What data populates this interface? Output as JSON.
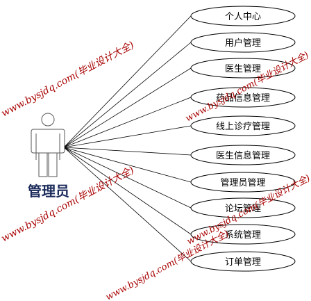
{
  "actor": {
    "name": "管理员"
  },
  "use_cases": [
    "个人中心",
    "用户管理",
    "医生管理",
    "药品信息管理",
    "线上诊疗管理",
    "医生信息管理",
    "管理员管理",
    "论坛管理",
    "系统管理",
    "订单管理"
  ],
  "watermark": {
    "text": "www.bysjdq.com(毕业设计大全)"
  },
  "colors": {
    "watermark": "#a80000",
    "actor_text": "#1a2a5a",
    "line": "#000000"
  }
}
